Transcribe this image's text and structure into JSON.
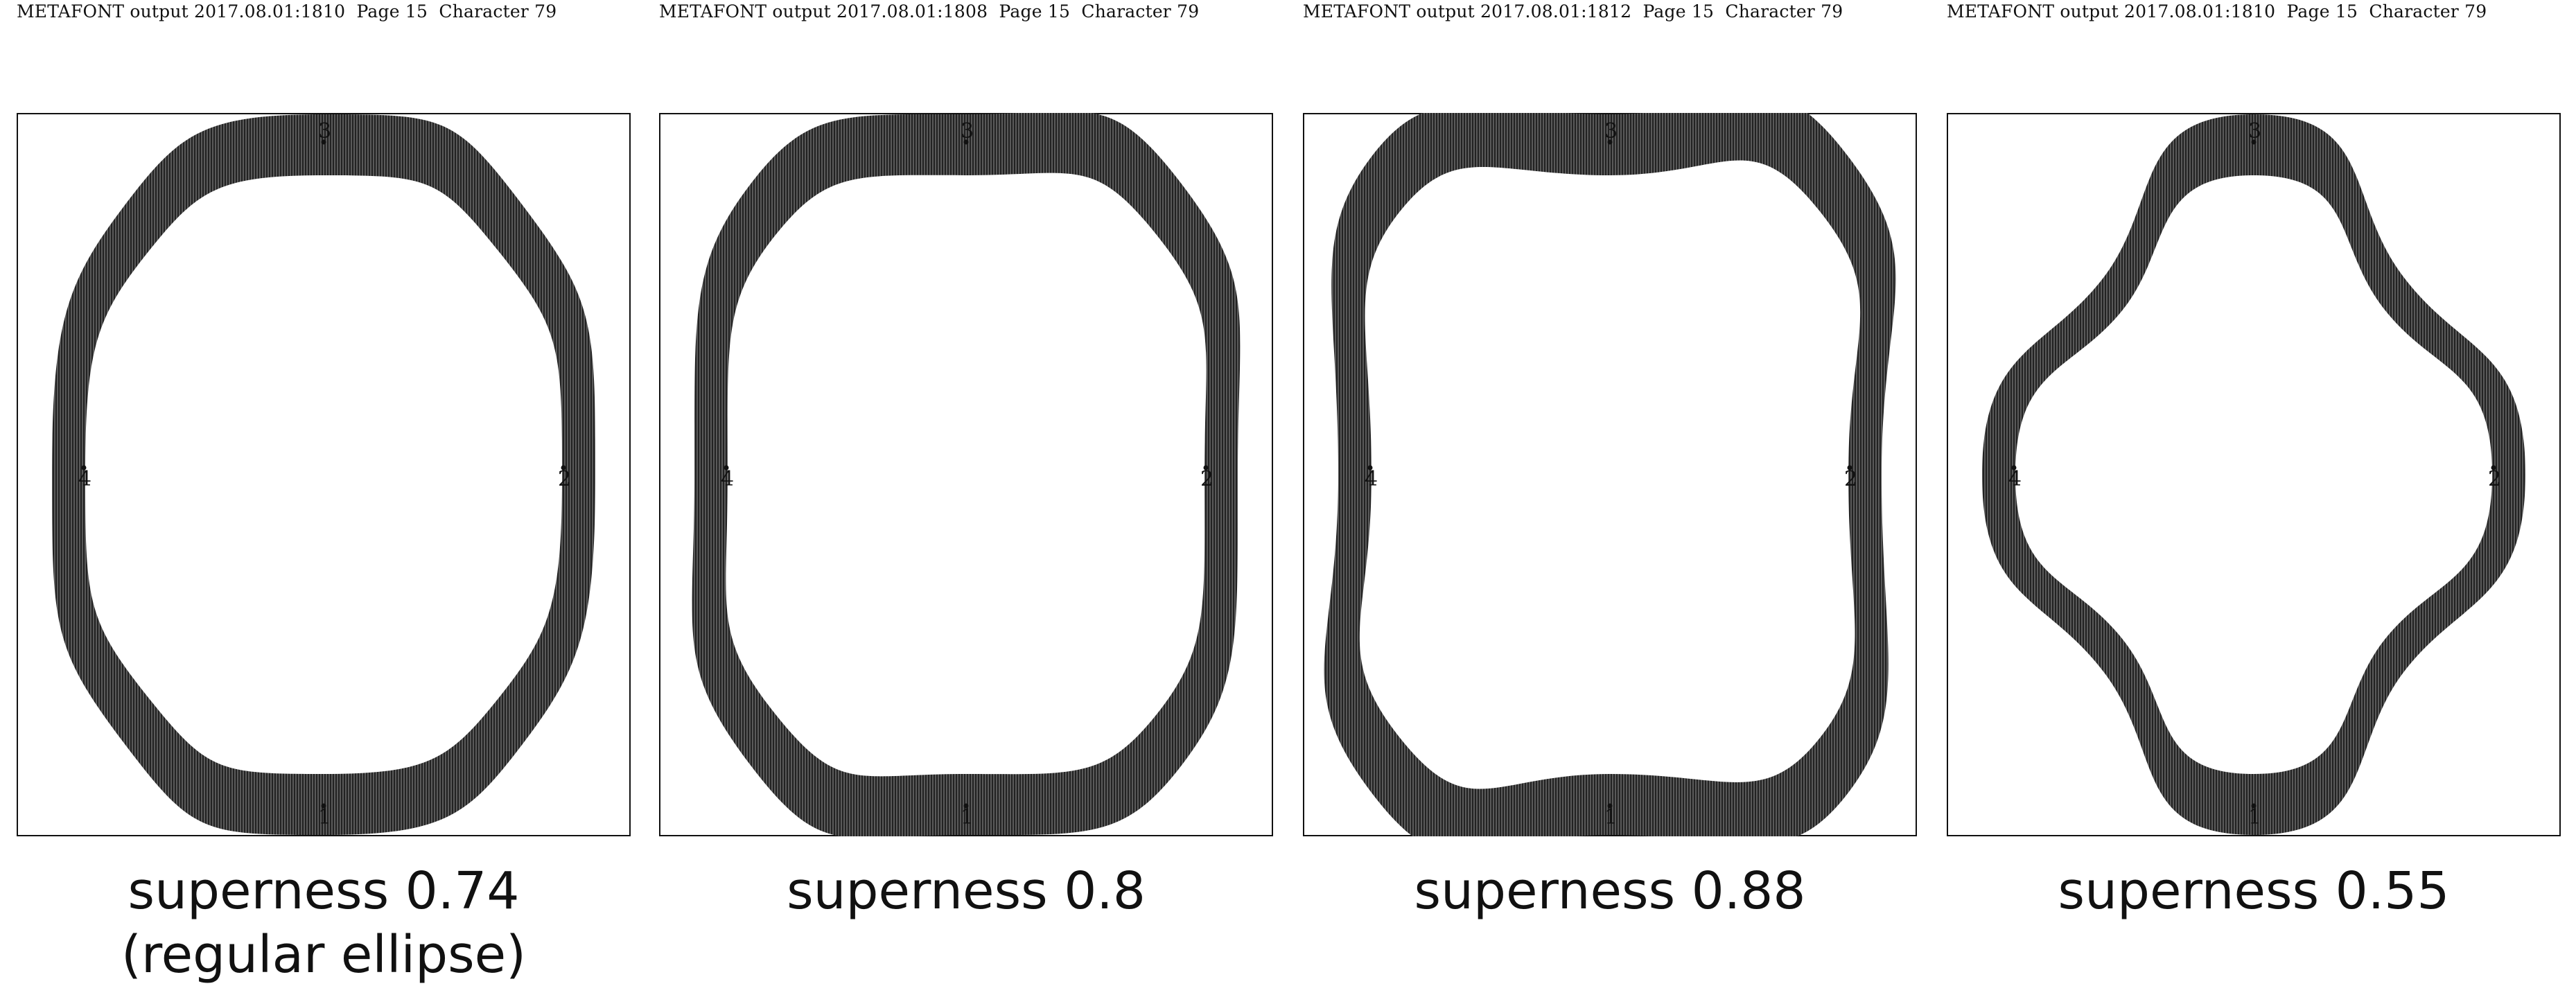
{
  "panels": [
    {
      "header": "METAFONT output 2017.08.01:1810  Page 15  Character 79",
      "caption_lines": [
        "superness 0.74",
        "(regular ellipse)"
      ],
      "superness": 0.74,
      "labels": [
        "1",
        "2",
        "3",
        "4"
      ]
    },
    {
      "header": "METAFONT output 2017.08.01:1808  Page 15  Character 79",
      "caption_lines": [
        "superness 0.8"
      ],
      "superness": 0.8,
      "labels": [
        "1",
        "2",
        "3",
        "4"
      ]
    },
    {
      "header": "METAFONT output 2017.08.01:1812  Page 15  Character 79",
      "caption_lines": [
        "superness 0.88"
      ],
      "superness": 0.88,
      "labels": [
        "1",
        "2",
        "3",
        "4"
      ]
    },
    {
      "header": "METAFONT output 2017.08.01:1810  Page 15  Character 79",
      "caption_lines": [
        "superness 0.55"
      ],
      "superness": 0.55,
      "labels": [
        "1",
        "2",
        "3",
        "4"
      ]
    }
  ],
  "colors": {
    "ink": "#111111",
    "fill": "#5a5a5a",
    "hatch": "#222222",
    "background": "#ffffff"
  }
}
